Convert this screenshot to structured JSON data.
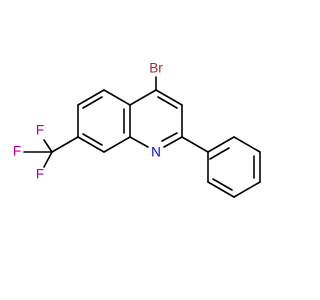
{
  "molecule": {
    "labels": {
      "bromine": "Br",
      "nitrogen": "N",
      "fluorine_top": "F",
      "fluorine_left": "F",
      "fluorine_bottom": "F"
    },
    "colors": {
      "bond": "#000000",
      "bromine": "#a52a2a",
      "nitrogen": "#0000ff",
      "fluorine": "#b3009b"
    }
  }
}
